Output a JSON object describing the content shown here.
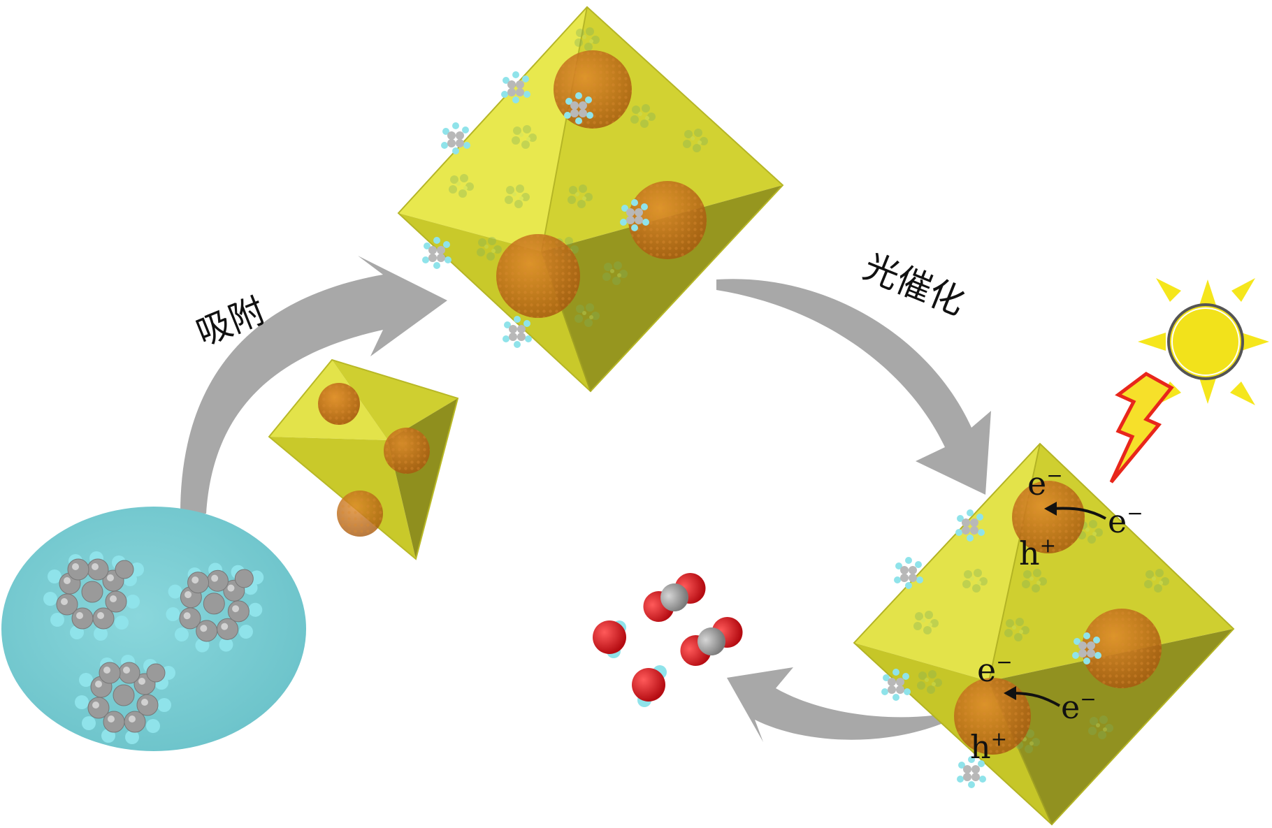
{
  "labels": {
    "adsorption": "吸附",
    "photocatalysis": "光催化"
  },
  "charges": {
    "electron_base": "e",
    "electron_sup": "−",
    "hole_base": "h",
    "hole_sup": "+"
  },
  "colors": {
    "octahedron_face_light": "#e3e34a",
    "octahedron_face_mid": "#c9c92a",
    "octahedron_face_dark": "#8f8f1e",
    "nanoparticle": "#c8741a",
    "arrow": "#a3a3a3",
    "ellipse": "#7fd0d6",
    "sun": "#f2e21b",
    "sun_ray": "#f5e61c",
    "lightning_fill": "#f6e02a",
    "lightning_stroke": "#e8261b",
    "oxygen": "#d4141c",
    "carbon": "#9a9a9a",
    "hydrogen": "#8fe3ea"
  },
  "icons": [
    "sun-icon",
    "lightning-bolt-icon",
    "co2-molecule-icon",
    "water-molecule-icon",
    "toluene-molecule-icon"
  ]
}
